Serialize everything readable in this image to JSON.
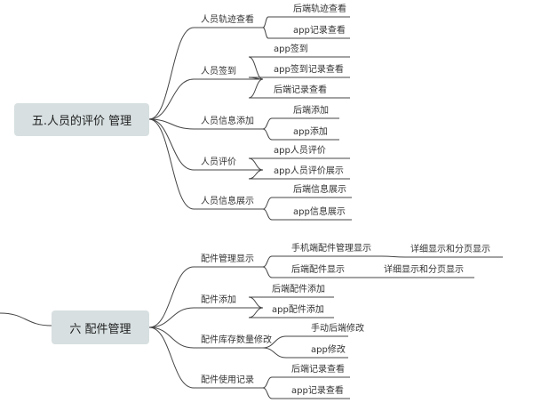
{
  "colors": {
    "line": "#444444",
    "root_fill": "#d7dfe0",
    "text": "#333333"
  },
  "root5": {
    "title": "五.人员的评价 管理",
    "branches": [
      {
        "label": "人员轨迹查看",
        "children": [
          {
            "label": "后端轨迹查看"
          },
          {
            "label": "app记录查看"
          }
        ]
      },
      {
        "label": "人员签到",
        "children": [
          {
            "label": "app签到"
          },
          {
            "label": "app签到记录查看"
          },
          {
            "label": "后端记录查看"
          }
        ]
      },
      {
        "label": "人员信息添加",
        "children": [
          {
            "label": "后端添加"
          },
          {
            "label": "app添加"
          }
        ]
      },
      {
        "label": "人员评价",
        "children": [
          {
            "label": "app人员评价"
          },
          {
            "label": "app人员评价展示"
          }
        ]
      },
      {
        "label": "人员信息展示",
        "children": [
          {
            "label": "后端信息展示"
          },
          {
            "label": "app信息展示"
          }
        ]
      }
    ]
  },
  "root6": {
    "title": "六 配件管理",
    "branches": [
      {
        "label": "配件管理显示",
        "children": [
          {
            "label": "手机端配件管理显示",
            "children": [
              {
                "label": "详细显示和分页显示"
              }
            ]
          },
          {
            "label": "后端配件显示",
            "children": [
              {
                "label": "详细显示和分页显示"
              }
            ]
          }
        ]
      },
      {
        "label": "配件添加",
        "children": [
          {
            "label": "后端配件添加"
          },
          {
            "label": "app配件添加"
          }
        ]
      },
      {
        "label": "配件库存数量修改",
        "children": [
          {
            "label": "手动后端修改"
          },
          {
            "label": "app修改"
          }
        ]
      },
      {
        "label": "配件使用记录",
        "children": [
          {
            "label": "后端记录查看"
          },
          {
            "label": "app记录查看"
          }
        ]
      }
    ]
  }
}
